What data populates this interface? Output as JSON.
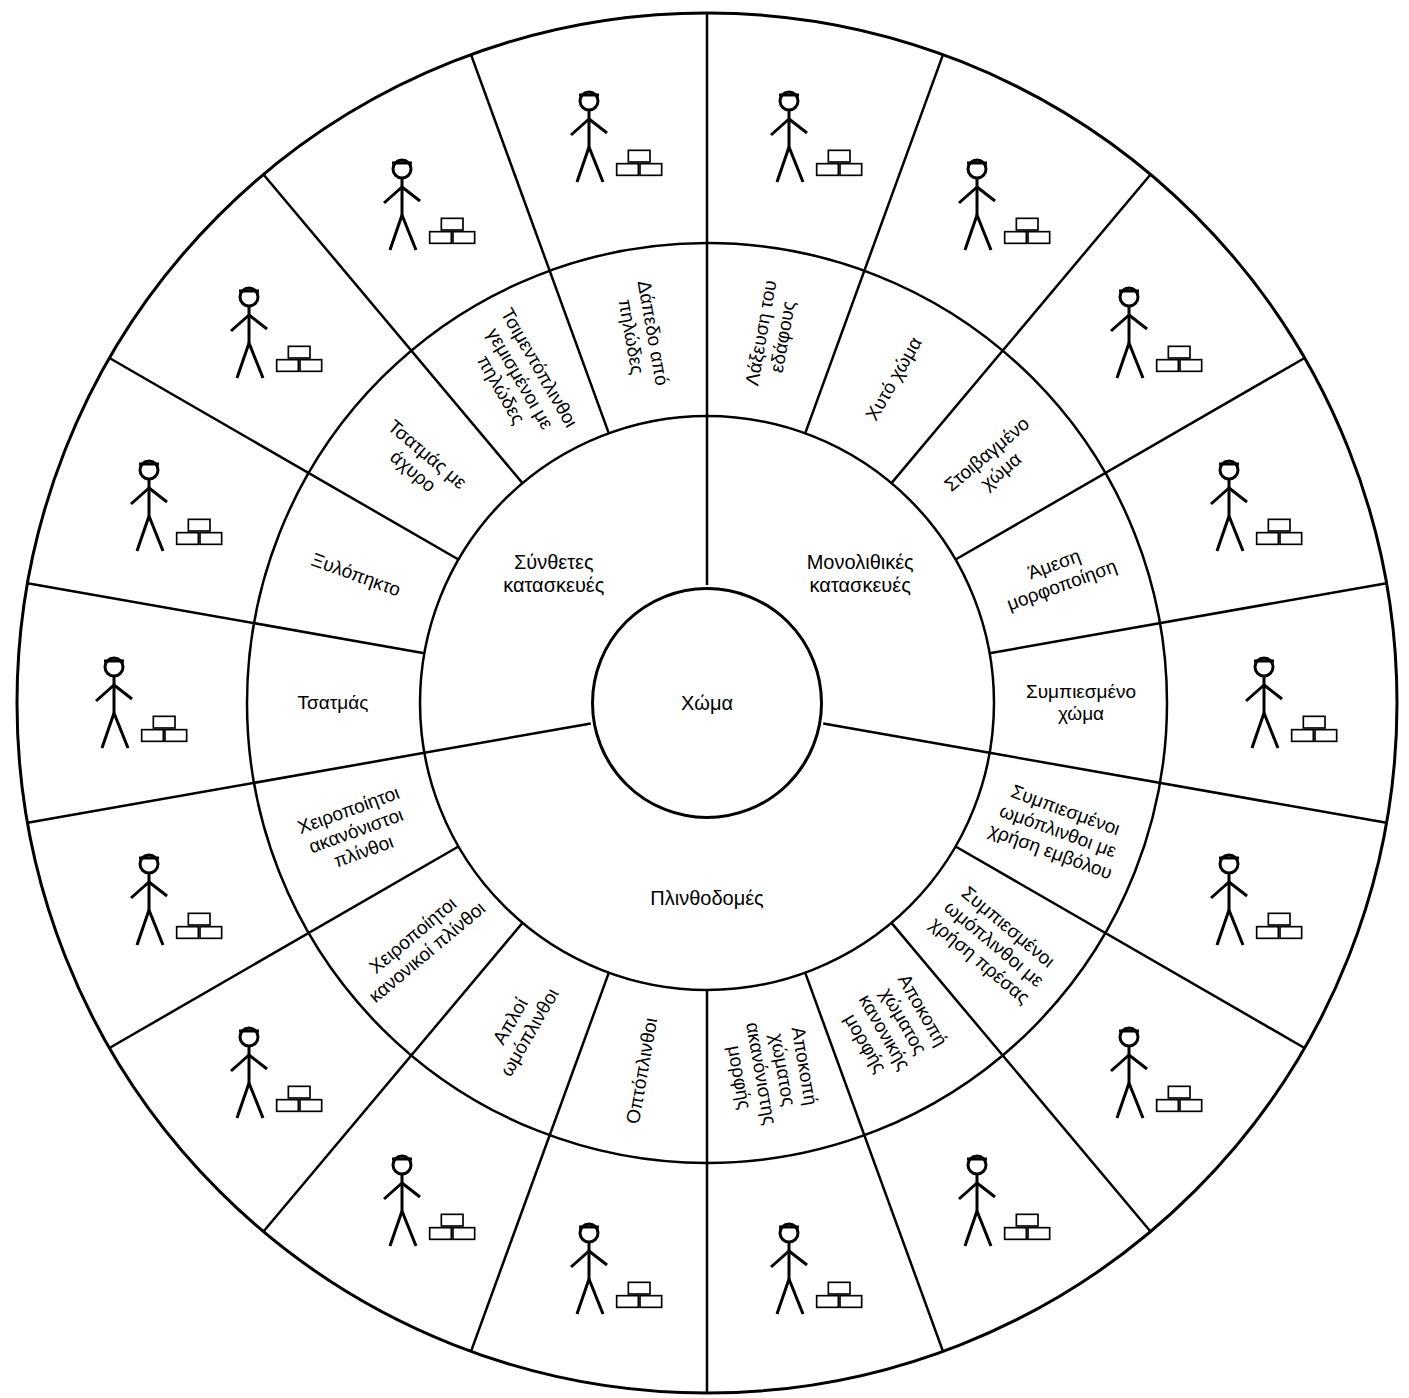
{
  "diagram": {
    "nodes": [
      {
        "text": [
          "Χώμα"
        ]
      },
      {
        "text": [
          "Μονολιθικές κατασκευές"
        ]
      },
      {
        "text": [
          "Πλινθοδομές"
        ]
      },
      {
        "text": [
          "Σύνθετες κατασκευές"
        ]
      },
      {
        "text": [
          "Λάξευση του εδάφους"
        ]
      },
      {
        "text": [
          "Χυτό χώμα"
        ]
      },
      {
        "text": [
          "Στοιβαγμένο χώμα"
        ]
      },
      {
        "text": [
          "Άμεση μορφοποίηση"
        ]
      },
      {
        "text": [
          "Συμπιεσμένο χώμα"
        ]
      },
      {
        "text": [
          "Συμπιεσμένοι ωμόπλινθοι με χρήση εμβόλου"
        ]
      },
      {
        "text": [
          "Συμπιεσμένοι ωμόπλινθοι με χρήση πρέσας"
        ]
      },
      {
        "text": [
          "Αποκοπή χώματος κανονικής μορφής"
        ]
      },
      {
        "text": [
          "Αποκοπή χώματος ακανόνιστης μορφής"
        ]
      },
      {
        "text": [
          "Οπτόπλινθοι"
        ]
      },
      {
        "text": [
          "Απλοί ωμόπλινθοι"
        ]
      },
      {
        "text": [
          "Χειροποίητοι κανονικοί πλίνθοι"
        ]
      },
      {
        "text": [
          "Χειροποίητοι ακανόνιστοι πλίνθοι"
        ]
      },
      {
        "text": [
          "Τσατμάς"
        ]
      },
      {
        "text": [
          "Ξυλόπηκτο"
        ]
      },
      {
        "text": [
          "Τσατμάς με άχυρο"
        ]
      },
      {
        "text": [
          "Τσιμεντόπλινθοι γεμισμένοι με πηλώδες"
        ]
      },
      {
        "text": [
          "Δάπεδο από πηλώδες"
        ]
      }
    ]
  }
}
